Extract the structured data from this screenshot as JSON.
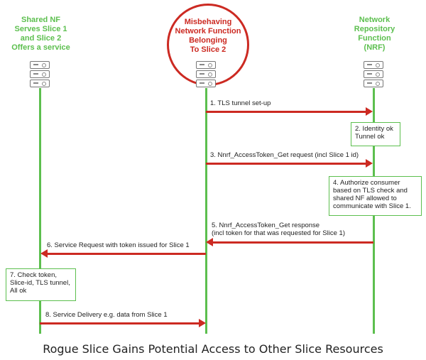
{
  "participants": {
    "shared_nf": "Shared NF\nServes Slice 1\nand Slice 2\nOffers a service",
    "misbehaving_nf": "Misbehaving\nNetwork Function\nBelonging\nTo Slice 2",
    "nrf": "Network\nRepository\nFunction\n(NRF)"
  },
  "messages": {
    "m1": "1. TLS tunnel set-up",
    "m3": "3. Nnrf_AccessToken_Get request (incl Slice 1 id)",
    "m5": "5. Nnrf_AccessToken_Get response\n(incl token for that was requested for Slice 1)",
    "m6": "6. Service Request with token issued for Slice 1",
    "m8": "8. Service Delivery e.g. data from Slice 1"
  },
  "notes": {
    "n2": "2. Identity ok\nTunnel ok",
    "n4": "4. Authorize consumer\nbased on TLS check and\nshared NF allowed to\ncommunicate with Slice 1.",
    "n7": "7. Check token,\nSlice-id, TLS  tunnel,\nAll ok"
  },
  "caption": "Rogue Slice Gains Potential Access to Other Slice Resources",
  "colors": {
    "green": "#5cbf4e",
    "red": "#cc2a22"
  }
}
